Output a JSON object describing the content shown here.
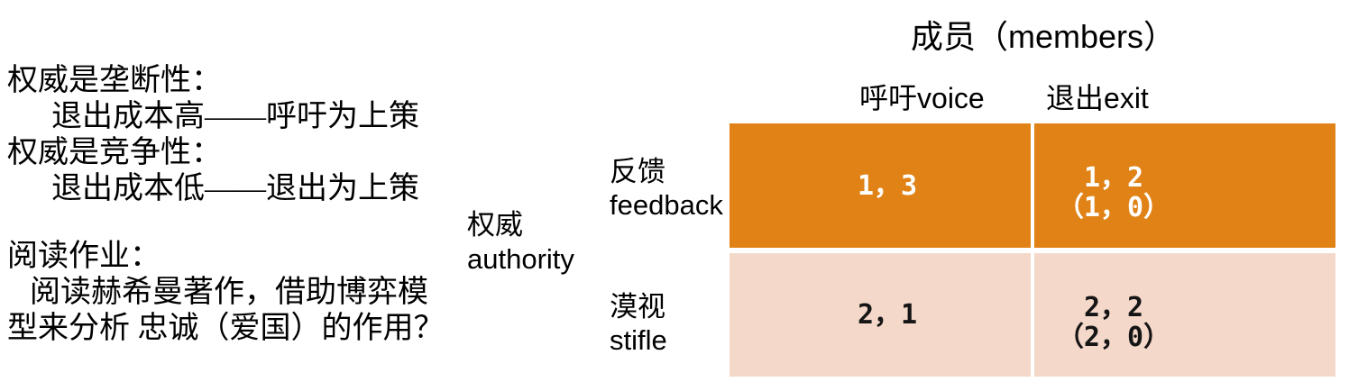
{
  "colors": {
    "cell_top": "#E08216",
    "cell_bottom": "#F4D8CA",
    "divider": "#FFFFFF",
    "text": "#000000",
    "cell_top_text": "#FFFFFF"
  },
  "left_notes": {
    "lines": [
      "权威是垄断性：",
      "退出成本高——呼吁为上策",
      "权威是竞争性：",
      "退出成本低——退出为上策",
      "阅读作业：",
      "阅读赫希曼著作，借助博弈模",
      "型来分析 忠诚（爱国）的作用？"
    ]
  },
  "matrix": {
    "title": {
      "zh": "成员",
      "en": "（members）"
    },
    "col_headers": [
      {
        "zh": "呼吁",
        "en": "voice"
      },
      {
        "zh": "退出",
        "en": "exit"
      }
    ],
    "row_axis": {
      "zh": "权威",
      "en": "authority"
    },
    "row_headers": [
      {
        "zh": "反馈",
        "en": "feedback"
      },
      {
        "zh": "漠视",
        "en": "stifle"
      }
    ],
    "cells": {
      "r1c1": {
        "line1": "1，3"
      },
      "r1c2": {
        "line1": "1，2",
        "line2": "（1，0）"
      },
      "r2c1": {
        "line1": "2，1"
      },
      "r2c2": {
        "line1": "2，2",
        "line2": "（2，0）"
      }
    }
  }
}
